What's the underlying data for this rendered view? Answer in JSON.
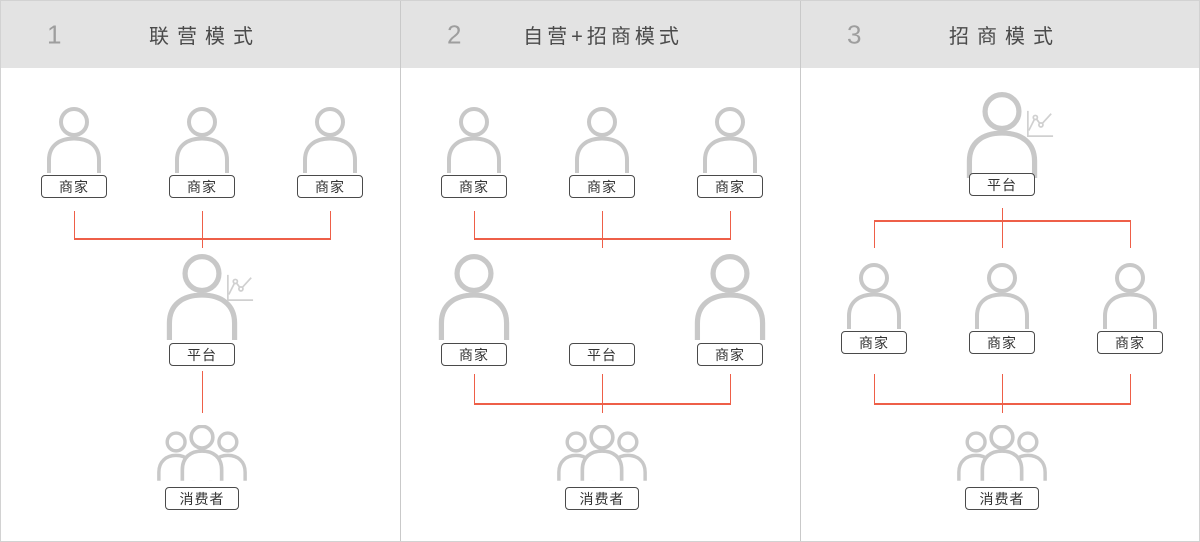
{
  "colors": {
    "accent_red": "#ee5f48",
    "icon_gray": "#c8c8c8",
    "chart_icon_gray": "#d0d0d0",
    "header_bg": "#e3e3e3",
    "number_gray": "#9e9e9e",
    "title_gray": "#4a4a4a",
    "tag_border": "#4a4a4a",
    "divider": "#c9c9c9"
  },
  "panels": [
    {
      "number": "1",
      "title": "联营模式",
      "top_labels": [
        "商家",
        "商家",
        "商家"
      ],
      "mid_labels": [
        "平台"
      ],
      "bottom_label": "消费者"
    },
    {
      "number": "2",
      "title": "自营+招商模式",
      "top_labels": [
        "商家",
        "商家",
        "商家"
      ],
      "mid_labels": [
        "商家",
        "平台",
        "商家"
      ],
      "bottom_label": "消费者"
    },
    {
      "number": "3",
      "title": "招商模式",
      "top_labels": [
        "平台"
      ],
      "mid_labels": [
        "商家",
        "商家",
        "商家"
      ],
      "bottom_label": "消费者"
    }
  ]
}
